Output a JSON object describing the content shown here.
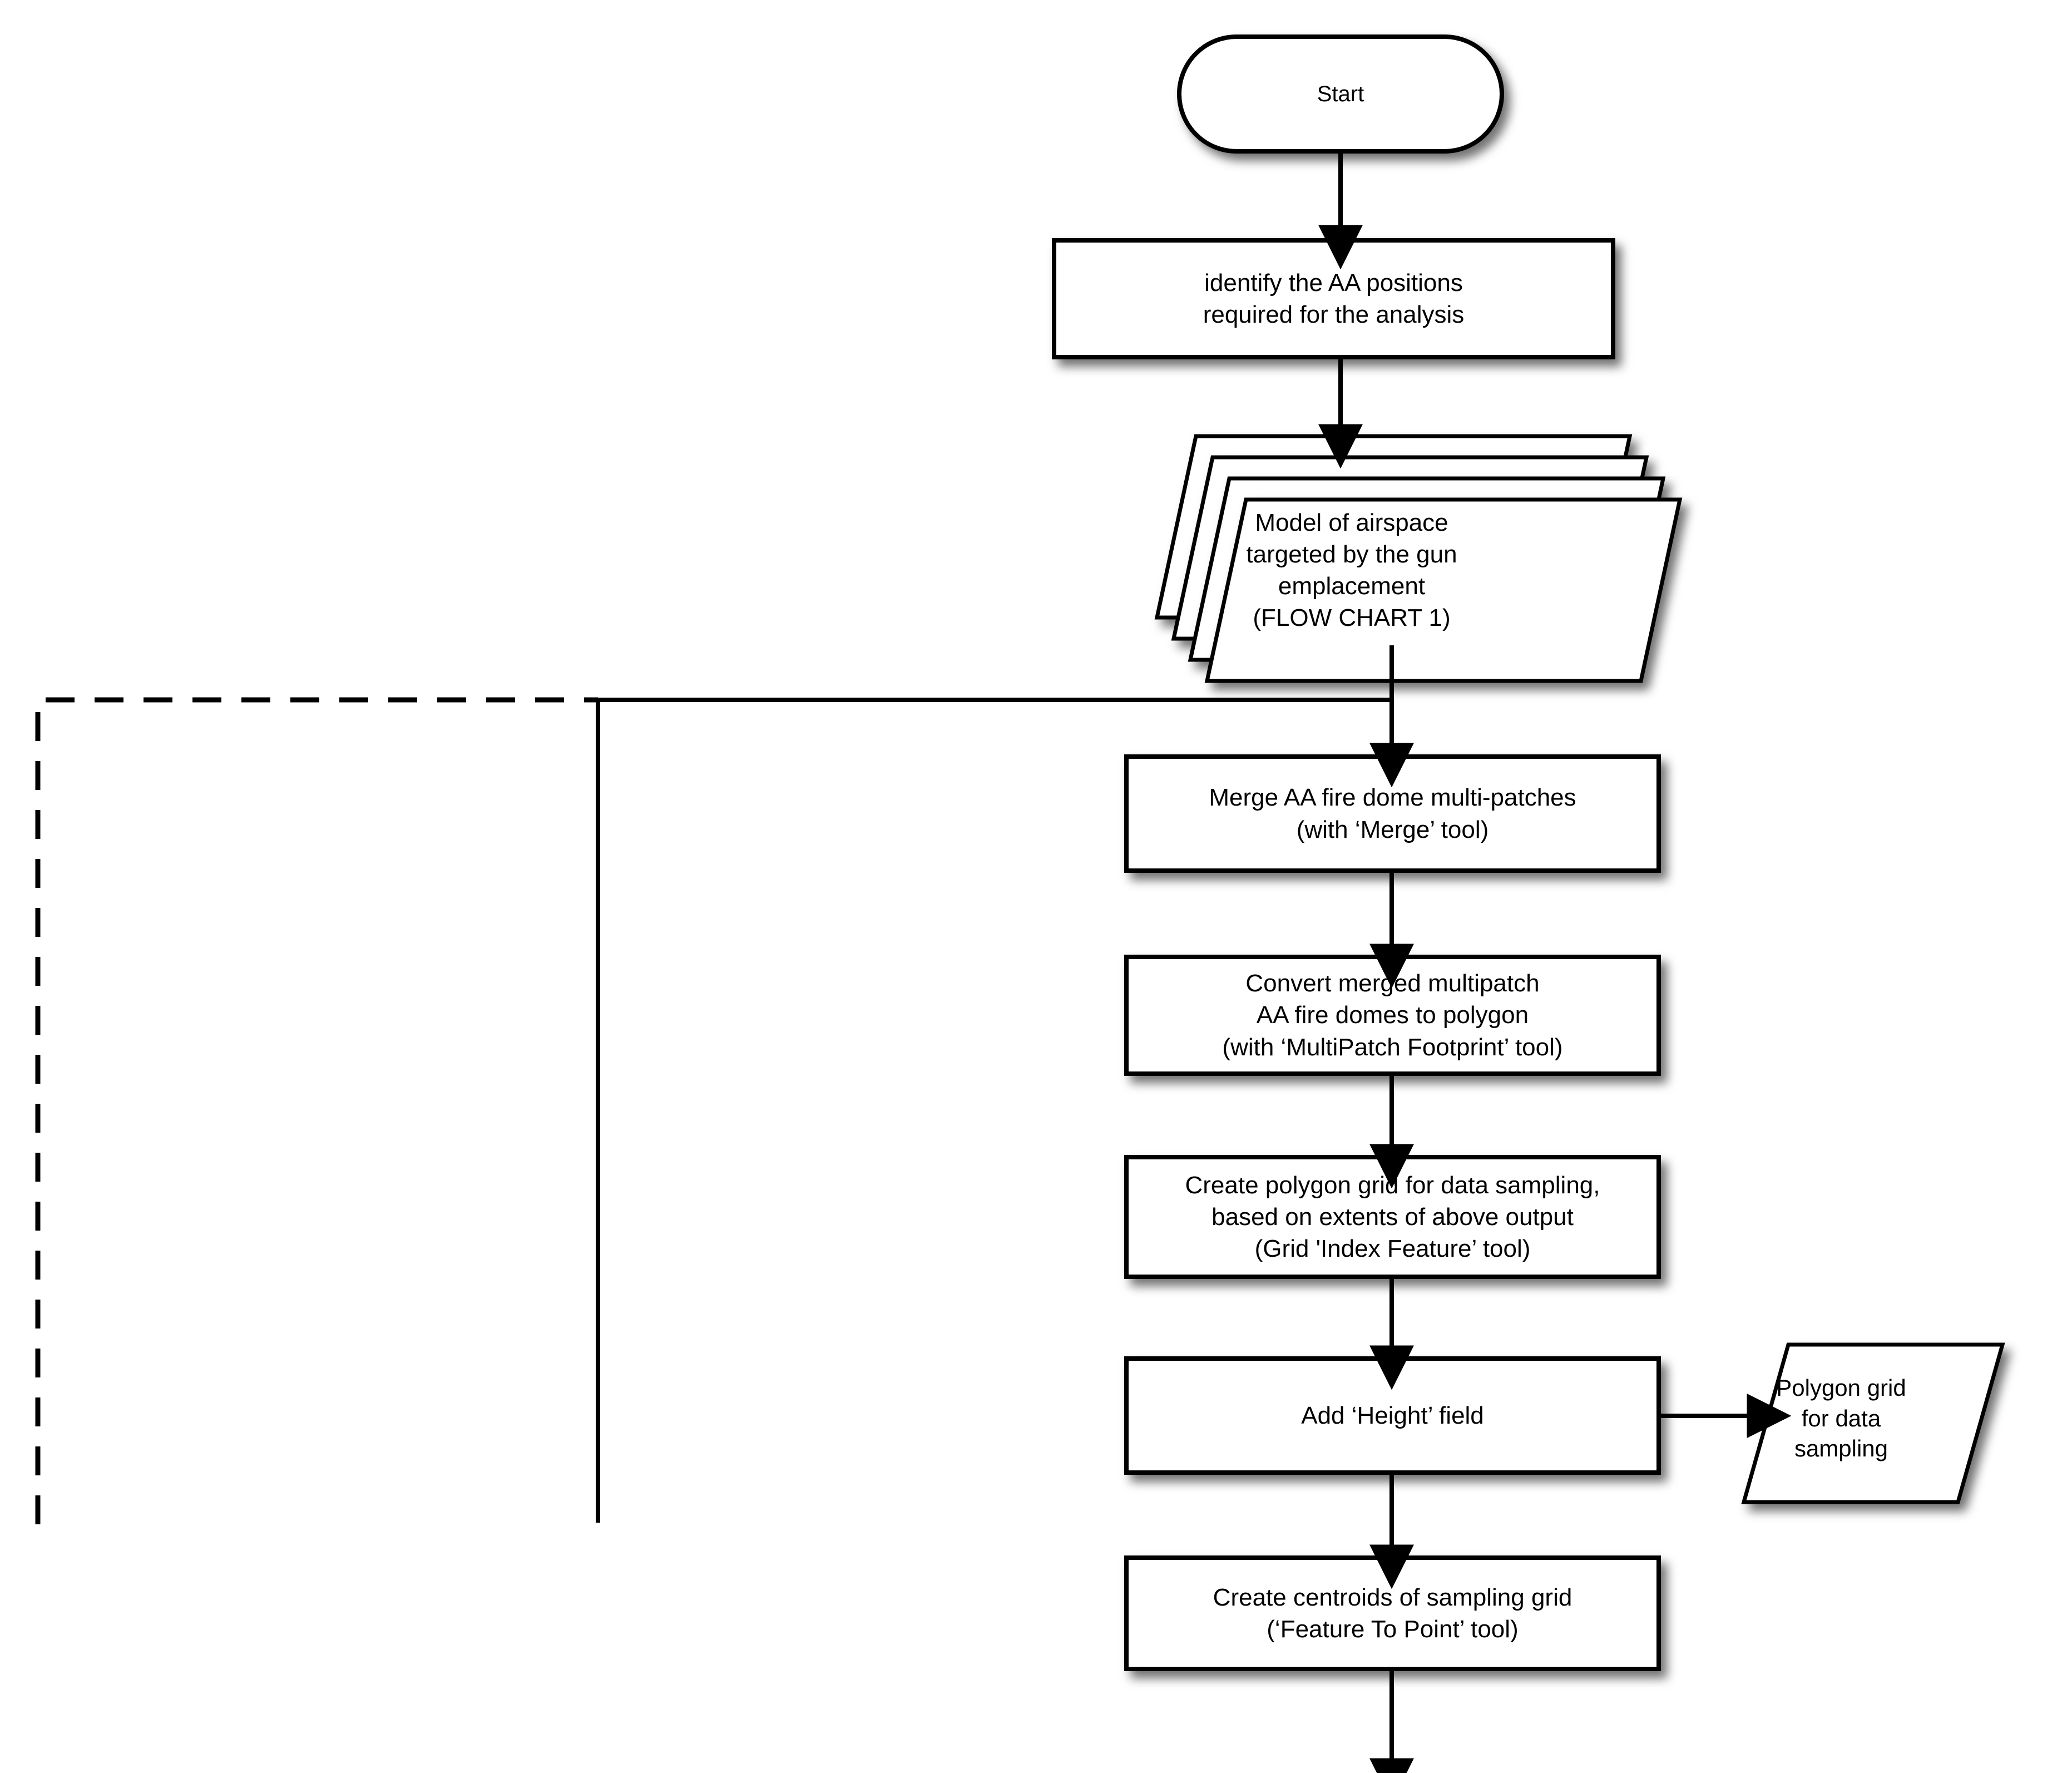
{
  "diagram": {
    "title": "AA fire dome data sampling flow chart",
    "stroke_color": "#000000",
    "fill_color": "#ffffff",
    "background_color": "#ffffff"
  },
  "nodes": {
    "start": {
      "label": "Start",
      "shape": "terminator"
    },
    "identify_positions": {
      "label": "identify the AA positions\nrequired for the analysis",
      "shape": "process"
    },
    "model_airspace": {
      "label": "Model of airspace\ntargeted by the gun\nemplacement\n(FLOW CHART 1)",
      "shape": "stacked-data",
      "stack_count": 4
    },
    "merge_domes": {
      "label": "Merge AA fire dome multi-patches\n(with ‘Merge’ tool)",
      "shape": "process"
    },
    "convert_multipatch": {
      "label": "Convert merged multipatch\nAA fire domes to polygon\n(with ‘MultiPatch Footprint’ tool)",
      "shape": "process"
    },
    "create_polygon_grid": {
      "label": "Create polygon grid for data sampling,\nbased on extents of above output\n(Grid 'Index Feature’ tool)",
      "shape": "process"
    },
    "add_height_field": {
      "label": "Add ‘Height’ field",
      "shape": "process"
    },
    "polygon_grid_output": {
      "label": "Polygon grid\nfor data\nsampling",
      "shape": "data-parallelogram"
    },
    "create_centroids": {
      "label": "Create centroids of sampling grid\n(‘Feature To Point’ tool)",
      "shape": "process"
    }
  },
  "connectors": [
    {
      "name": "start-to-identify",
      "style": "solid",
      "arrow": true
    },
    {
      "name": "identify-to-model",
      "style": "solid",
      "arrow": true
    },
    {
      "name": "model-to-merge",
      "style": "solid",
      "arrow": true
    },
    {
      "name": "merge-to-convert",
      "style": "solid",
      "arrow": true
    },
    {
      "name": "convert-to-creategrid",
      "style": "solid",
      "arrow": true
    },
    {
      "name": "creategrid-to-addheight",
      "style": "solid",
      "arrow": true
    },
    {
      "name": "addheight-to-polygongrid",
      "style": "solid",
      "arrow": true
    },
    {
      "name": "addheight-to-centroids",
      "style": "solid",
      "arrow": true
    },
    {
      "name": "centroids-to-next-page",
      "style": "solid",
      "arrow": true
    },
    {
      "name": "left-return-branch",
      "style": "solid",
      "arrow": false
    },
    {
      "name": "left-dashed-branch",
      "style": "dashed",
      "arrow": false
    }
  ]
}
